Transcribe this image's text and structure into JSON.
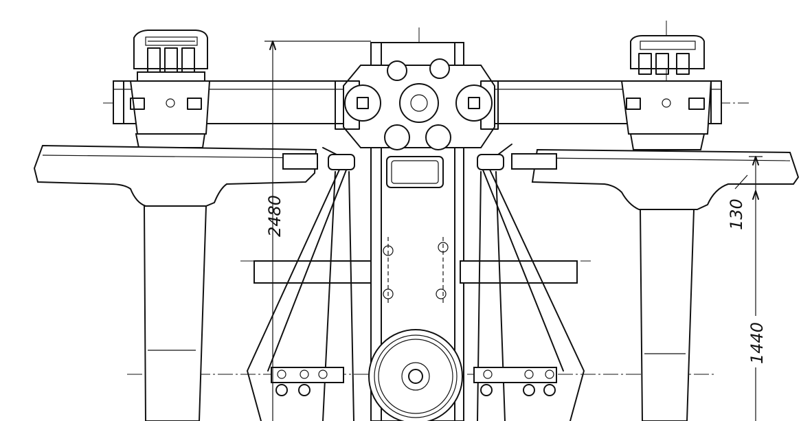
{
  "drawing": {
    "dimensions": [
      {
        "id": "height_total",
        "label": "2480"
      },
      {
        "id": "wheel_rim",
        "label": "130"
      },
      {
        "id": "axle_height",
        "label": "1440"
      }
    ]
  }
}
